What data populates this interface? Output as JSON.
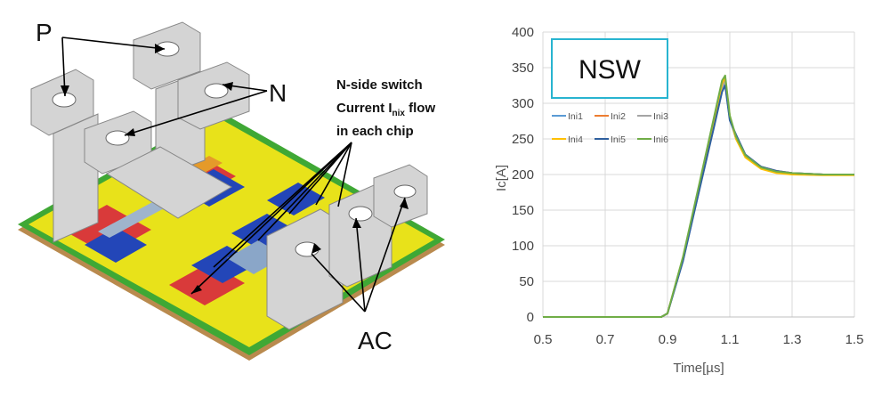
{
  "module_diagram": {
    "label_p": "P",
    "label_n": "N",
    "label_ac": "AC",
    "annotation_line1": "N-side switch",
    "annotation_line2_prefix": "Current I",
    "annotation_line2_sub": "nix",
    "annotation_line2_suffix": " flow",
    "annotation_line3": "in each chip"
  },
  "chart_data": {
    "type": "line",
    "title": "NSW",
    "xlabel": "Time[µs]",
    "ylabel": "Ic[A]",
    "xlim": [
      0.5,
      1.5
    ],
    "ylim": [
      0,
      400
    ],
    "xticks": [
      "0.5",
      "0.7",
      "0.9",
      "1.1",
      "1.3",
      "1.5"
    ],
    "yticks": [
      "0",
      "50",
      "100",
      "150",
      "200",
      "250",
      "300",
      "350",
      "400"
    ],
    "grid": true,
    "legend_position": "top-left (inside plot, boxed with title)",
    "series": [
      {
        "name": "Ini1",
        "color": "#5b9bd5",
        "points": [
          [
            0.5,
            0
          ],
          [
            0.88,
            0
          ],
          [
            0.9,
            5
          ],
          [
            0.95,
            80
          ],
          [
            1.0,
            175
          ],
          [
            1.05,
            270
          ],
          [
            1.075,
            318
          ],
          [
            1.085,
            328
          ],
          [
            1.1,
            278
          ],
          [
            1.12,
            250
          ],
          [
            1.15,
            225
          ],
          [
            1.2,
            210
          ],
          [
            1.25,
            204
          ],
          [
            1.3,
            202
          ],
          [
            1.4,
            200
          ],
          [
            1.5,
            200
          ]
        ]
      },
      {
        "name": "Ini2",
        "color": "#ed7d31",
        "points": [
          [
            0.5,
            0
          ],
          [
            0.88,
            0
          ],
          [
            0.9,
            5
          ],
          [
            0.95,
            82
          ],
          [
            1.0,
            178
          ],
          [
            1.05,
            275
          ],
          [
            1.075,
            324
          ],
          [
            1.085,
            333
          ],
          [
            1.1,
            280
          ],
          [
            1.12,
            252
          ],
          [
            1.15,
            227
          ],
          [
            1.2,
            211
          ],
          [
            1.25,
            205
          ],
          [
            1.3,
            202
          ],
          [
            1.4,
            200
          ],
          [
            1.5,
            200
          ]
        ]
      },
      {
        "name": "Ini3",
        "color": "#a5a5a5",
        "points": [
          [
            0.5,
            0
          ],
          [
            0.88,
            0
          ],
          [
            0.9,
            5
          ],
          [
            0.95,
            81
          ],
          [
            1.0,
            177
          ],
          [
            1.05,
            273
          ],
          [
            1.075,
            322
          ],
          [
            1.085,
            331
          ],
          [
            1.1,
            279
          ],
          [
            1.12,
            251
          ],
          [
            1.15,
            226
          ],
          [
            1.2,
            211
          ],
          [
            1.25,
            205
          ],
          [
            1.3,
            202
          ],
          [
            1.4,
            200
          ],
          [
            1.5,
            200
          ]
        ]
      },
      {
        "name": "Ini4",
        "color": "#ffc000",
        "points": [
          [
            0.5,
            0
          ],
          [
            0.88,
            0
          ],
          [
            0.9,
            5
          ],
          [
            0.95,
            84
          ],
          [
            1.0,
            181
          ],
          [
            1.05,
            279
          ],
          [
            1.075,
            328
          ],
          [
            1.085,
            336
          ],
          [
            1.1,
            282
          ],
          [
            1.12,
            250
          ],
          [
            1.15,
            224
          ],
          [
            1.2,
            208
          ],
          [
            1.25,
            202
          ],
          [
            1.3,
            200
          ],
          [
            1.4,
            199
          ],
          [
            1.5,
            199
          ]
        ]
      },
      {
        "name": "Ini5",
        "color": "#2e5f9e",
        "points": [
          [
            0.5,
            0
          ],
          [
            0.88,
            0
          ],
          [
            0.9,
            5
          ],
          [
            0.95,
            79
          ],
          [
            1.0,
            174
          ],
          [
            1.05,
            268
          ],
          [
            1.075,
            316
          ],
          [
            1.085,
            325
          ],
          [
            1.1,
            276
          ],
          [
            1.12,
            256
          ],
          [
            1.15,
            228
          ],
          [
            1.2,
            211
          ],
          [
            1.25,
            205
          ],
          [
            1.3,
            202
          ],
          [
            1.4,
            200
          ],
          [
            1.5,
            200
          ]
        ]
      },
      {
        "name": "Ini6",
        "color": "#70ad47",
        "points": [
          [
            0.5,
            0
          ],
          [
            0.88,
            0
          ],
          [
            0.9,
            5
          ],
          [
            0.95,
            85
          ],
          [
            1.0,
            183
          ],
          [
            1.05,
            282
          ],
          [
            1.075,
            332
          ],
          [
            1.085,
            339
          ],
          [
            1.1,
            283
          ],
          [
            1.12,
            253
          ],
          [
            1.15,
            227
          ],
          [
            1.2,
            210
          ],
          [
            1.25,
            204
          ],
          [
            1.3,
            202
          ],
          [
            1.4,
            200
          ],
          [
            1.5,
            200
          ]
        ]
      }
    ]
  }
}
